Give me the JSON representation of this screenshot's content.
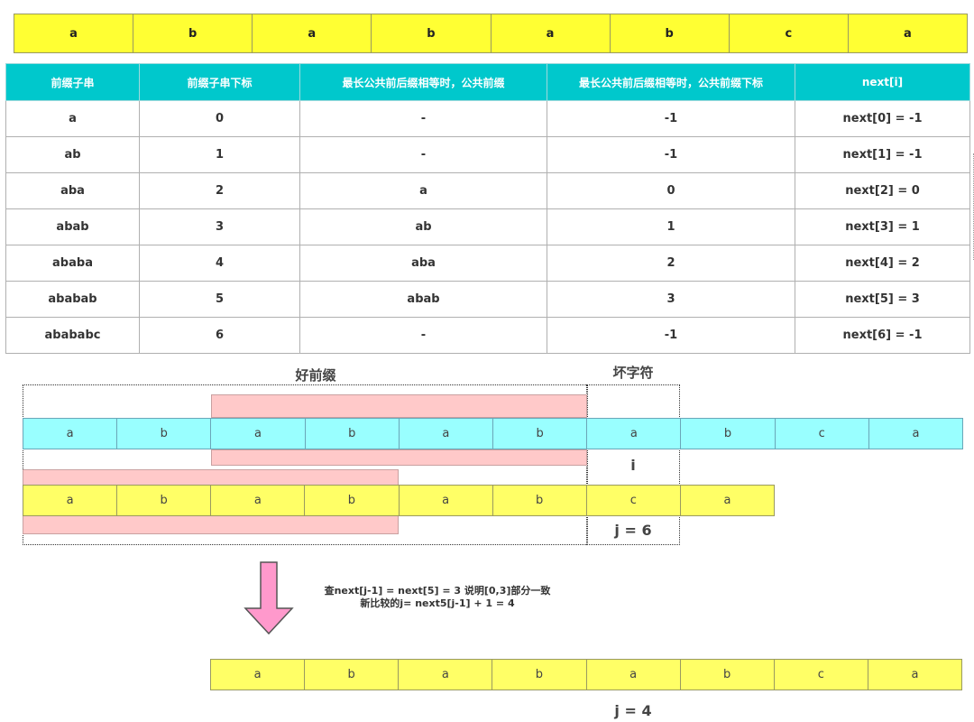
{
  "text_string": [
    "a",
    "b",
    "a",
    "b",
    "a",
    "b",
    "c",
    "a"
  ],
  "table": {
    "headers": [
      "前缀子串",
      "前缀子串下标",
      "最长公共前后缀相等时，公共前缀",
      "最长公共前后缀相等时，公共前缀下标",
      "next[i]"
    ],
    "rows": [
      [
        "a",
        "0",
        "-",
        "-1",
        "next[0] = -1"
      ],
      [
        "ab",
        "1",
        "-",
        "-1",
        "next[1] = -1"
      ],
      [
        "aba",
        "2",
        "a",
        "0",
        "next[2] = 0"
      ],
      [
        "abab",
        "3",
        "ab",
        "1",
        "next[3] = 1"
      ],
      [
        "ababa",
        "4",
        "aba",
        "2",
        "next[4] = 2"
      ],
      [
        "ababab",
        "5",
        "abab",
        "3",
        "next[5] = 3"
      ],
      [
        "abababc",
        "6",
        "-",
        "-1",
        "next[6] = -1"
      ]
    ]
  },
  "diagram": {
    "good_prefix_label": "好前缀",
    "bad_char_label": "坏字符",
    "main_row": [
      "a",
      "b",
      "a",
      "b",
      "a",
      "b",
      "a",
      "b",
      "c",
      "a"
    ],
    "pattern_row": [
      "a",
      "b",
      "a",
      "b",
      "a",
      "b",
      "c",
      "a"
    ],
    "i_label": "i",
    "j_label": "j = 6",
    "note_line1": "查next[j-1] = next[5] = 3 说明[0,3]部分一致",
    "note_line2": "新比较的j= next5[j-1] + 1 = 4",
    "shifted_row": [
      "a",
      "b",
      "a",
      "b",
      "a",
      "b",
      "c",
      "a"
    ],
    "j_new_label": "j = 4"
  },
  "colors": {
    "top_strip": "#ffff33",
    "header_bg": "#00c8cc",
    "main_row_bg": "#99ffff",
    "pattern_bg": "#ffff66",
    "highlight": "#ffc9c9",
    "arrow": "#ff99cc"
  }
}
